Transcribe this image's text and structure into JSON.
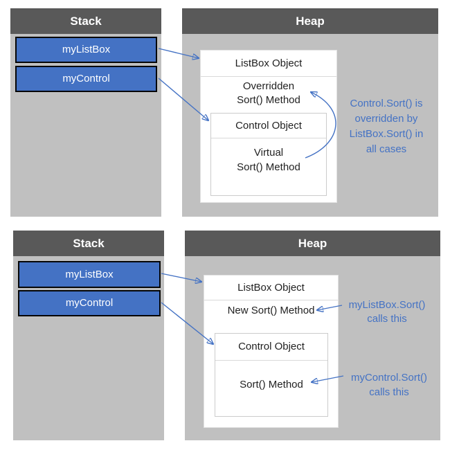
{
  "colors": {
    "accent_blue": "#4472c4",
    "header_gray": "#595959",
    "panel_gray": "#c0c0c0",
    "box_border_black": "#050505",
    "text_black": "#1f1f1f"
  },
  "top": {
    "stack": {
      "title": "Stack",
      "items": [
        {
          "label": "myListBox"
        },
        {
          "label": "myControl"
        }
      ]
    },
    "heap": {
      "title": "Heap",
      "listbox_object_label": "ListBox Object",
      "overridden_method_line1": "Overridden",
      "overridden_method_line2": "Sort() Method",
      "control_object_label": "Control Object",
      "virtual_method_line1": "Virtual",
      "virtual_method_line2": "Sort() Method"
    },
    "annotation": {
      "line1": "Control.Sort() is",
      "line2": "overridden by",
      "line3": "ListBox.Sort() in",
      "line4": "all cases"
    }
  },
  "bottom": {
    "stack": {
      "title": "Stack",
      "items": [
        {
          "label": "myListBox"
        },
        {
          "label": "myControl"
        }
      ]
    },
    "heap": {
      "title": "Heap",
      "listbox_object_label": "ListBox Object",
      "new_method_label": "New Sort() Method",
      "control_object_label": "Control Object",
      "sort_method_label": "Sort() Method"
    },
    "annotation_mylistbox": {
      "line1": "myListBox.Sort()",
      "line2": "calls this"
    },
    "annotation_mycontrol": {
      "line1": "myControl.Sort()",
      "line2": "calls this"
    }
  }
}
